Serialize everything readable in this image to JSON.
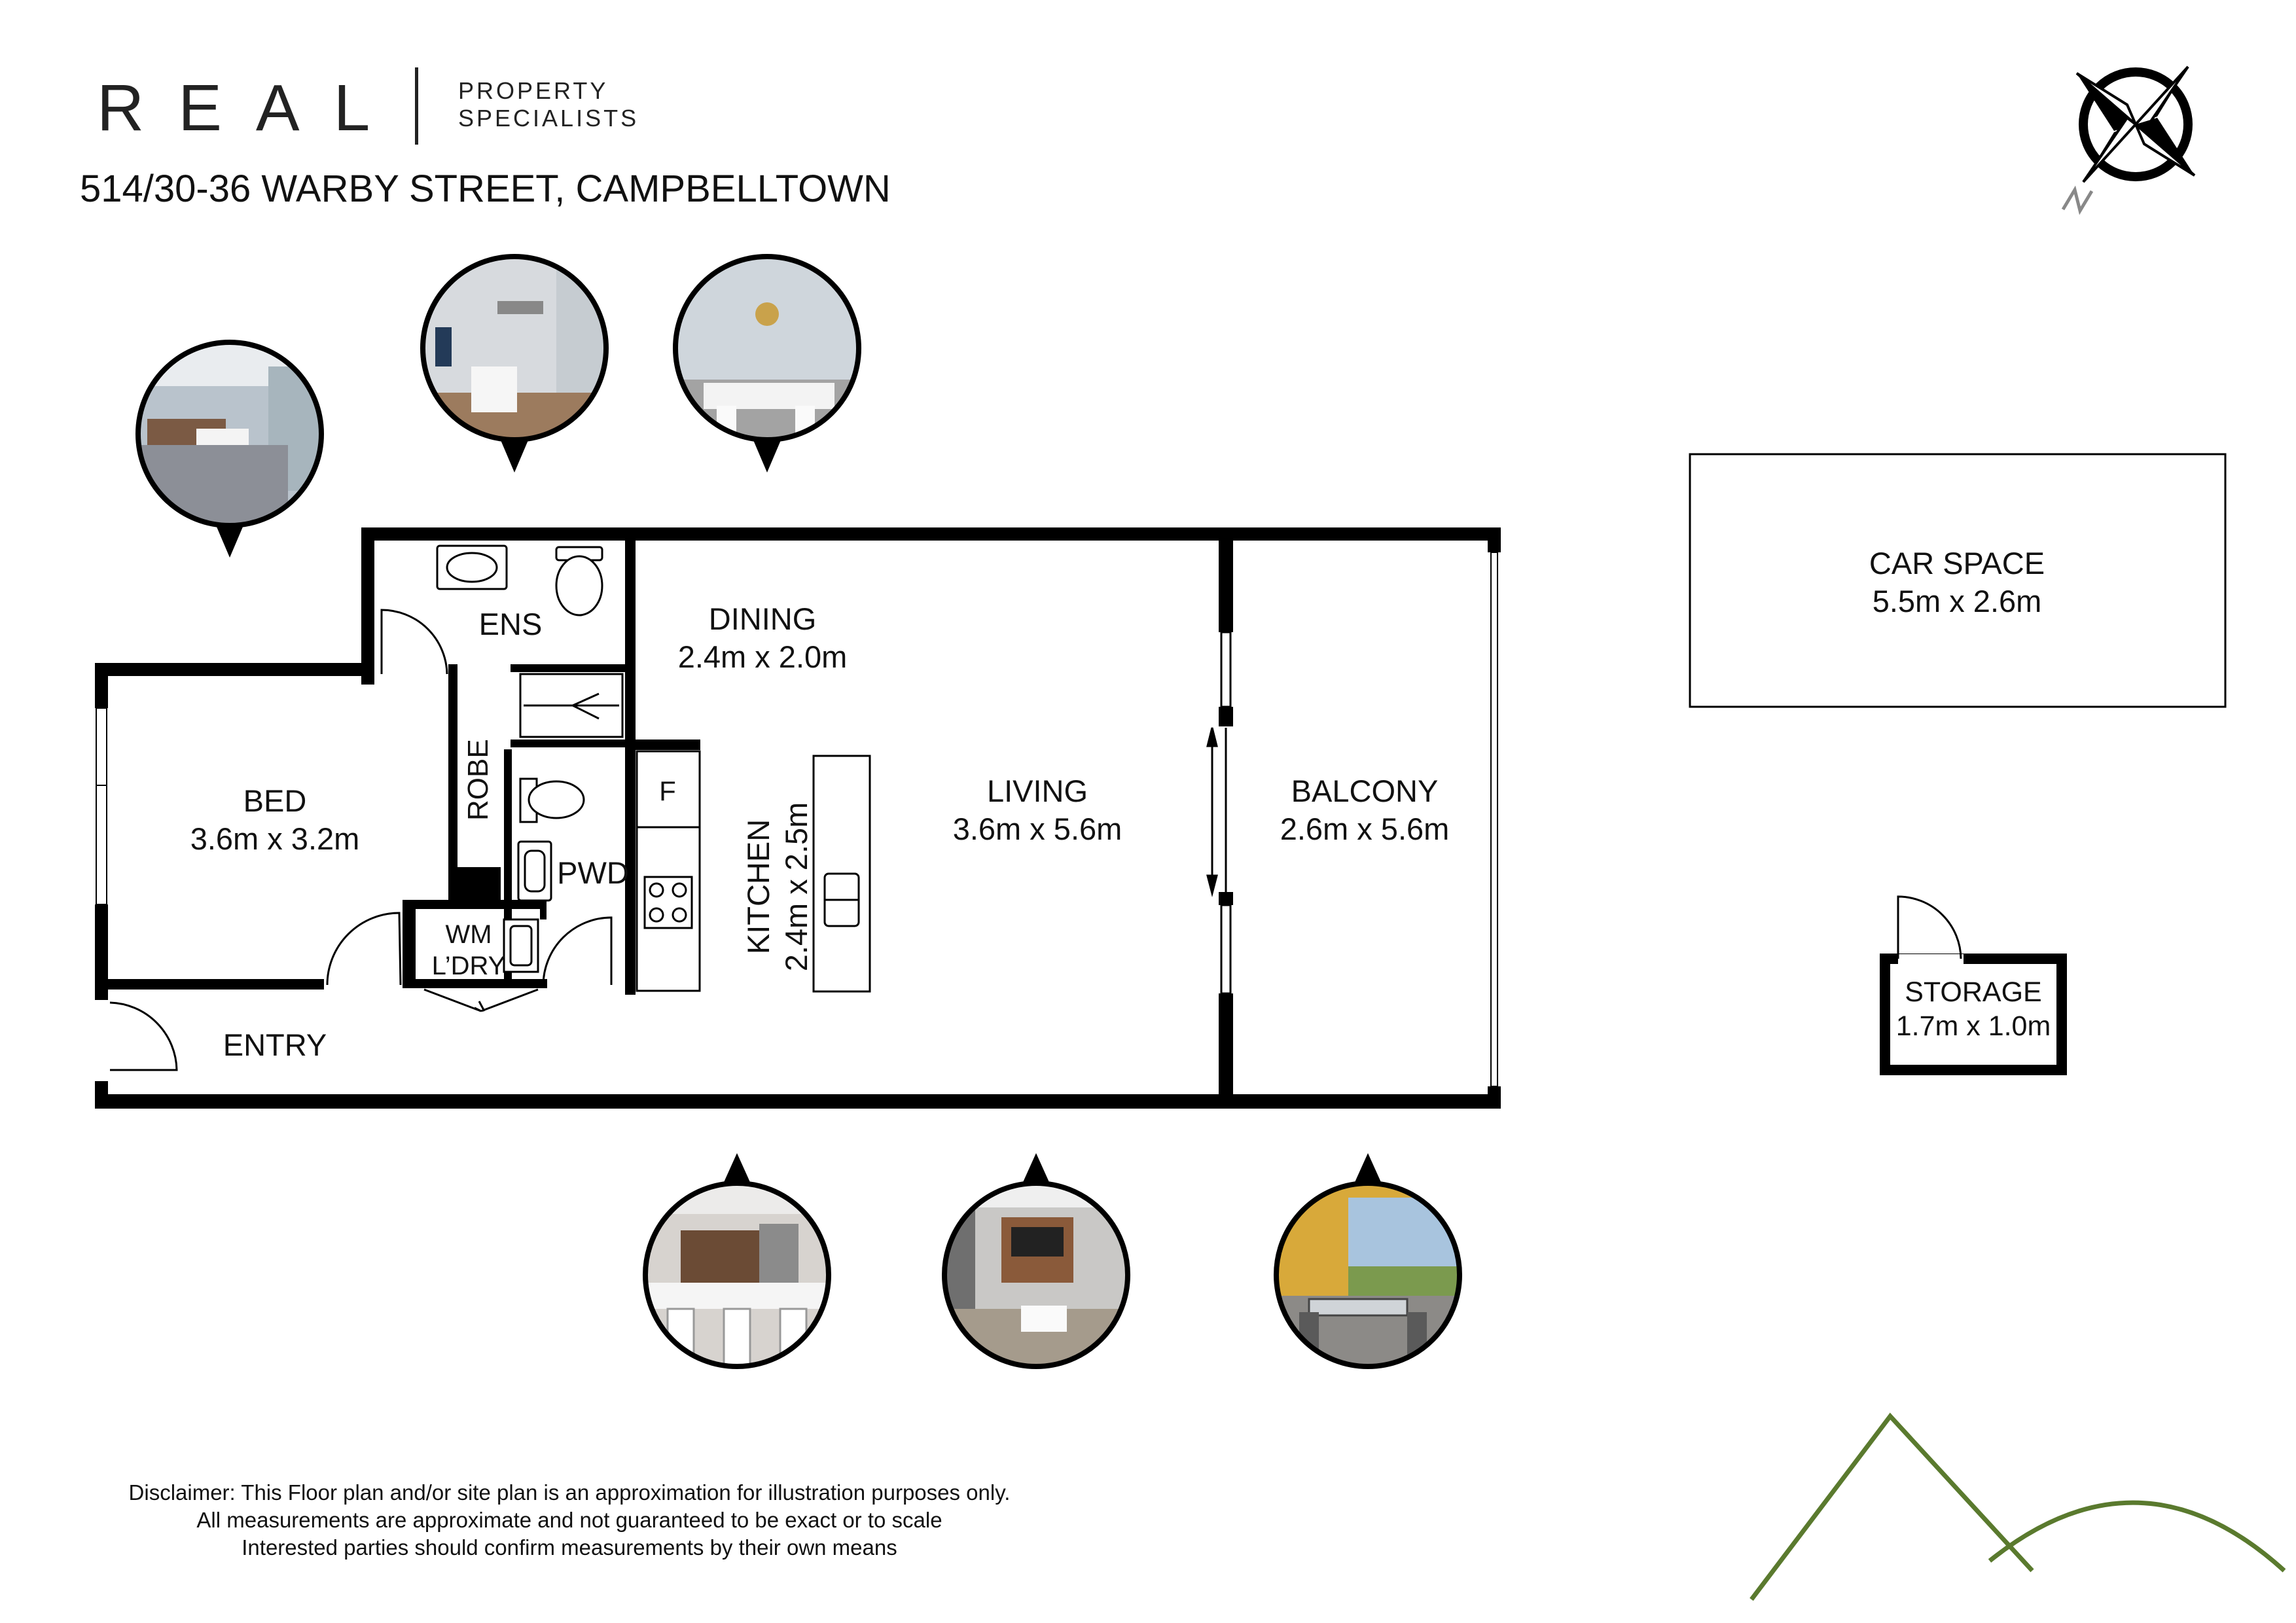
{
  "brand": {
    "name": "REAL",
    "line1": "PROPERTY",
    "line2": "SPECIALISTS"
  },
  "address": "514/30-36 WARBY STREET, CAMPBELLTOWN",
  "compass": {
    "label": "N",
    "icon": "compass-rose-icon"
  },
  "rooms": {
    "ens": "ENS",
    "dining_name": "DINING",
    "dining_size": "2.4m x 2.0m",
    "robe": "ROBE",
    "bed_name": "BED",
    "bed_size": "3.6m x 3.2m",
    "pwd": "PWD",
    "wm": "WM",
    "ldry": "L’DRY",
    "fridge": "F",
    "kitchen_name": "KITCHEN",
    "kitchen_size": "2.4m x 2.5m",
    "living_name": "LIVING",
    "living_size": "3.6m x 5.6m",
    "balcony_name": "BALCONY",
    "balcony_size": "2.6m x 5.6m",
    "entry": "ENTRY",
    "car_name": "CAR SPACE",
    "car_size": "5.5m x 2.6m",
    "storage_name": "STORAGE",
    "storage_size": "1.7m x 1.0m"
  },
  "photos": [
    {
      "id": "bedroom",
      "icon": "bedroom-photo-icon"
    },
    {
      "id": "ensuite",
      "icon": "bathroom-photo-icon"
    },
    {
      "id": "dining",
      "icon": "dining-photo-icon"
    },
    {
      "id": "kitchen",
      "icon": "kitchen-photo-icon"
    },
    {
      "id": "living",
      "icon": "living-photo-icon"
    },
    {
      "id": "balcony",
      "icon": "balcony-photo-icon"
    }
  ],
  "colors": {
    "wall": "#000000",
    "logo_green": "#5a7a2e",
    "text": "#111111"
  },
  "disclaimer": [
    "Disclaimer: This Floor plan and/or site plan is an approximation for illustration purposes only.",
    "All measurements are approximate and not guaranteed to be exact or to scale",
    "Interested parties should confirm measurements by their own means"
  ]
}
